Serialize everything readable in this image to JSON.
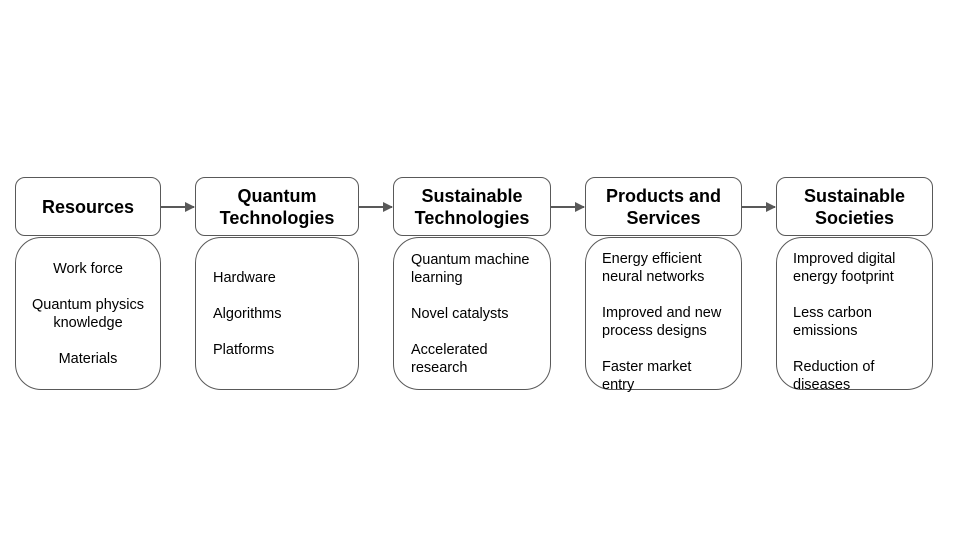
{
  "stages": [
    {
      "title": "Resources",
      "items": [
        "Work force",
        "Quantum physics knowledge",
        "Materials"
      ]
    },
    {
      "title": "Quantum Technologies",
      "items": [
        "Hardware",
        "Algorithms",
        "Platforms"
      ]
    },
    {
      "title": "Sustainable Technologies",
      "items": [
        "Quantum machine learning",
        "Novel catalysts",
        "Accelerated research"
      ]
    },
    {
      "title": "Products and Services",
      "items": [
        "Energy efficient neural networks",
        "Improved and new process designs",
        "Faster market entry"
      ]
    },
    {
      "title": "Sustainable Societies",
      "items": [
        "Improved digital energy footprint",
        "Less carbon emissions",
        "Reduction of diseases"
      ]
    }
  ]
}
